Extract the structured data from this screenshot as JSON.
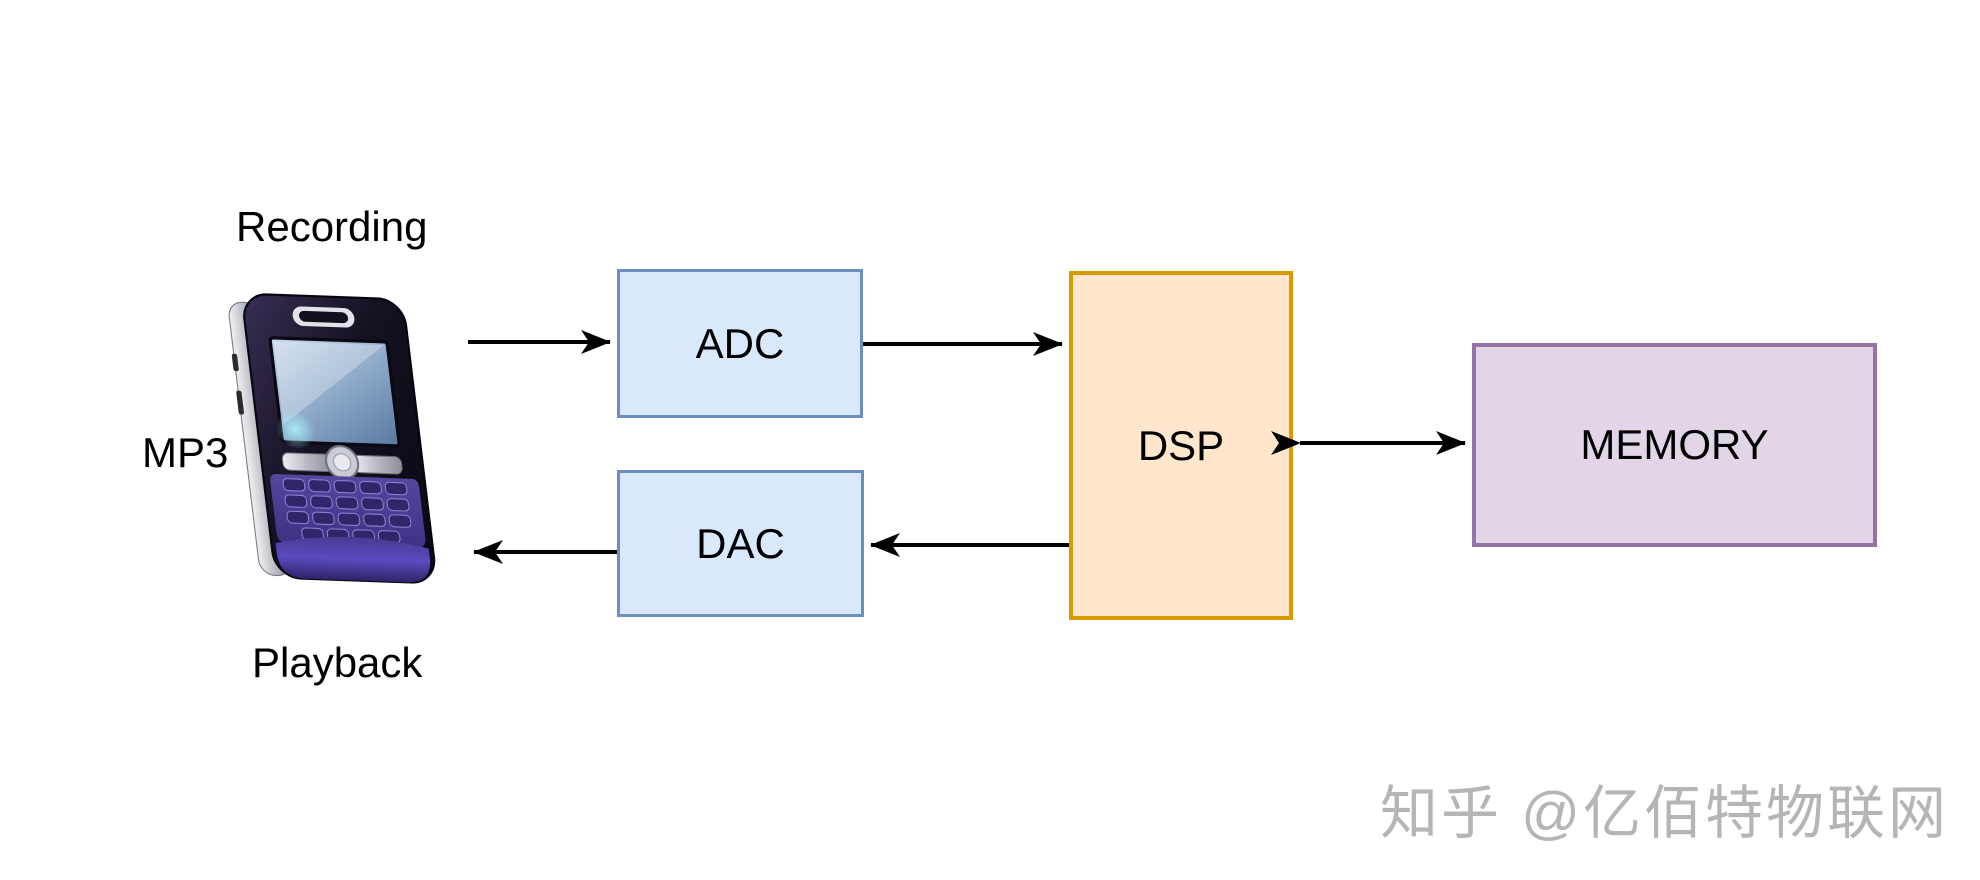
{
  "diagram": {
    "type": "block-diagram",
    "background_color": "#ffffff",
    "text_color": "#000000",
    "arrow_color": "#000000",
    "labels": {
      "recording": "Recording",
      "mp3": "MP3",
      "playback": "Playback"
    },
    "blocks": {
      "adc": {
        "label": "ADC",
        "fill": "#dae8fc",
        "border": "#6c8ebf"
      },
      "dac": {
        "label": "DAC",
        "fill": "#dae8fc",
        "border": "#6c8ebf"
      },
      "dsp": {
        "label": "DSP",
        "fill": "#ffe6cc",
        "border": "#d79b00"
      },
      "memory": {
        "label": "MEMORY",
        "fill": "#e1d5e7",
        "border": "#9673a6"
      }
    },
    "connections": [
      {
        "from": "mp3-device",
        "to": "ADC",
        "arrow": "right"
      },
      {
        "from": "ADC",
        "to": "DSP",
        "arrow": "right"
      },
      {
        "from": "DSP",
        "to": "MEMORY",
        "arrow": "both"
      },
      {
        "from": "DSP",
        "to": "DAC",
        "arrow": "left"
      },
      {
        "from": "DAC",
        "to": "mp3-device",
        "arrow": "left"
      }
    ]
  },
  "watermark": {
    "text": "知乎 @亿佰特物联网",
    "color": "#b5b5b5"
  }
}
